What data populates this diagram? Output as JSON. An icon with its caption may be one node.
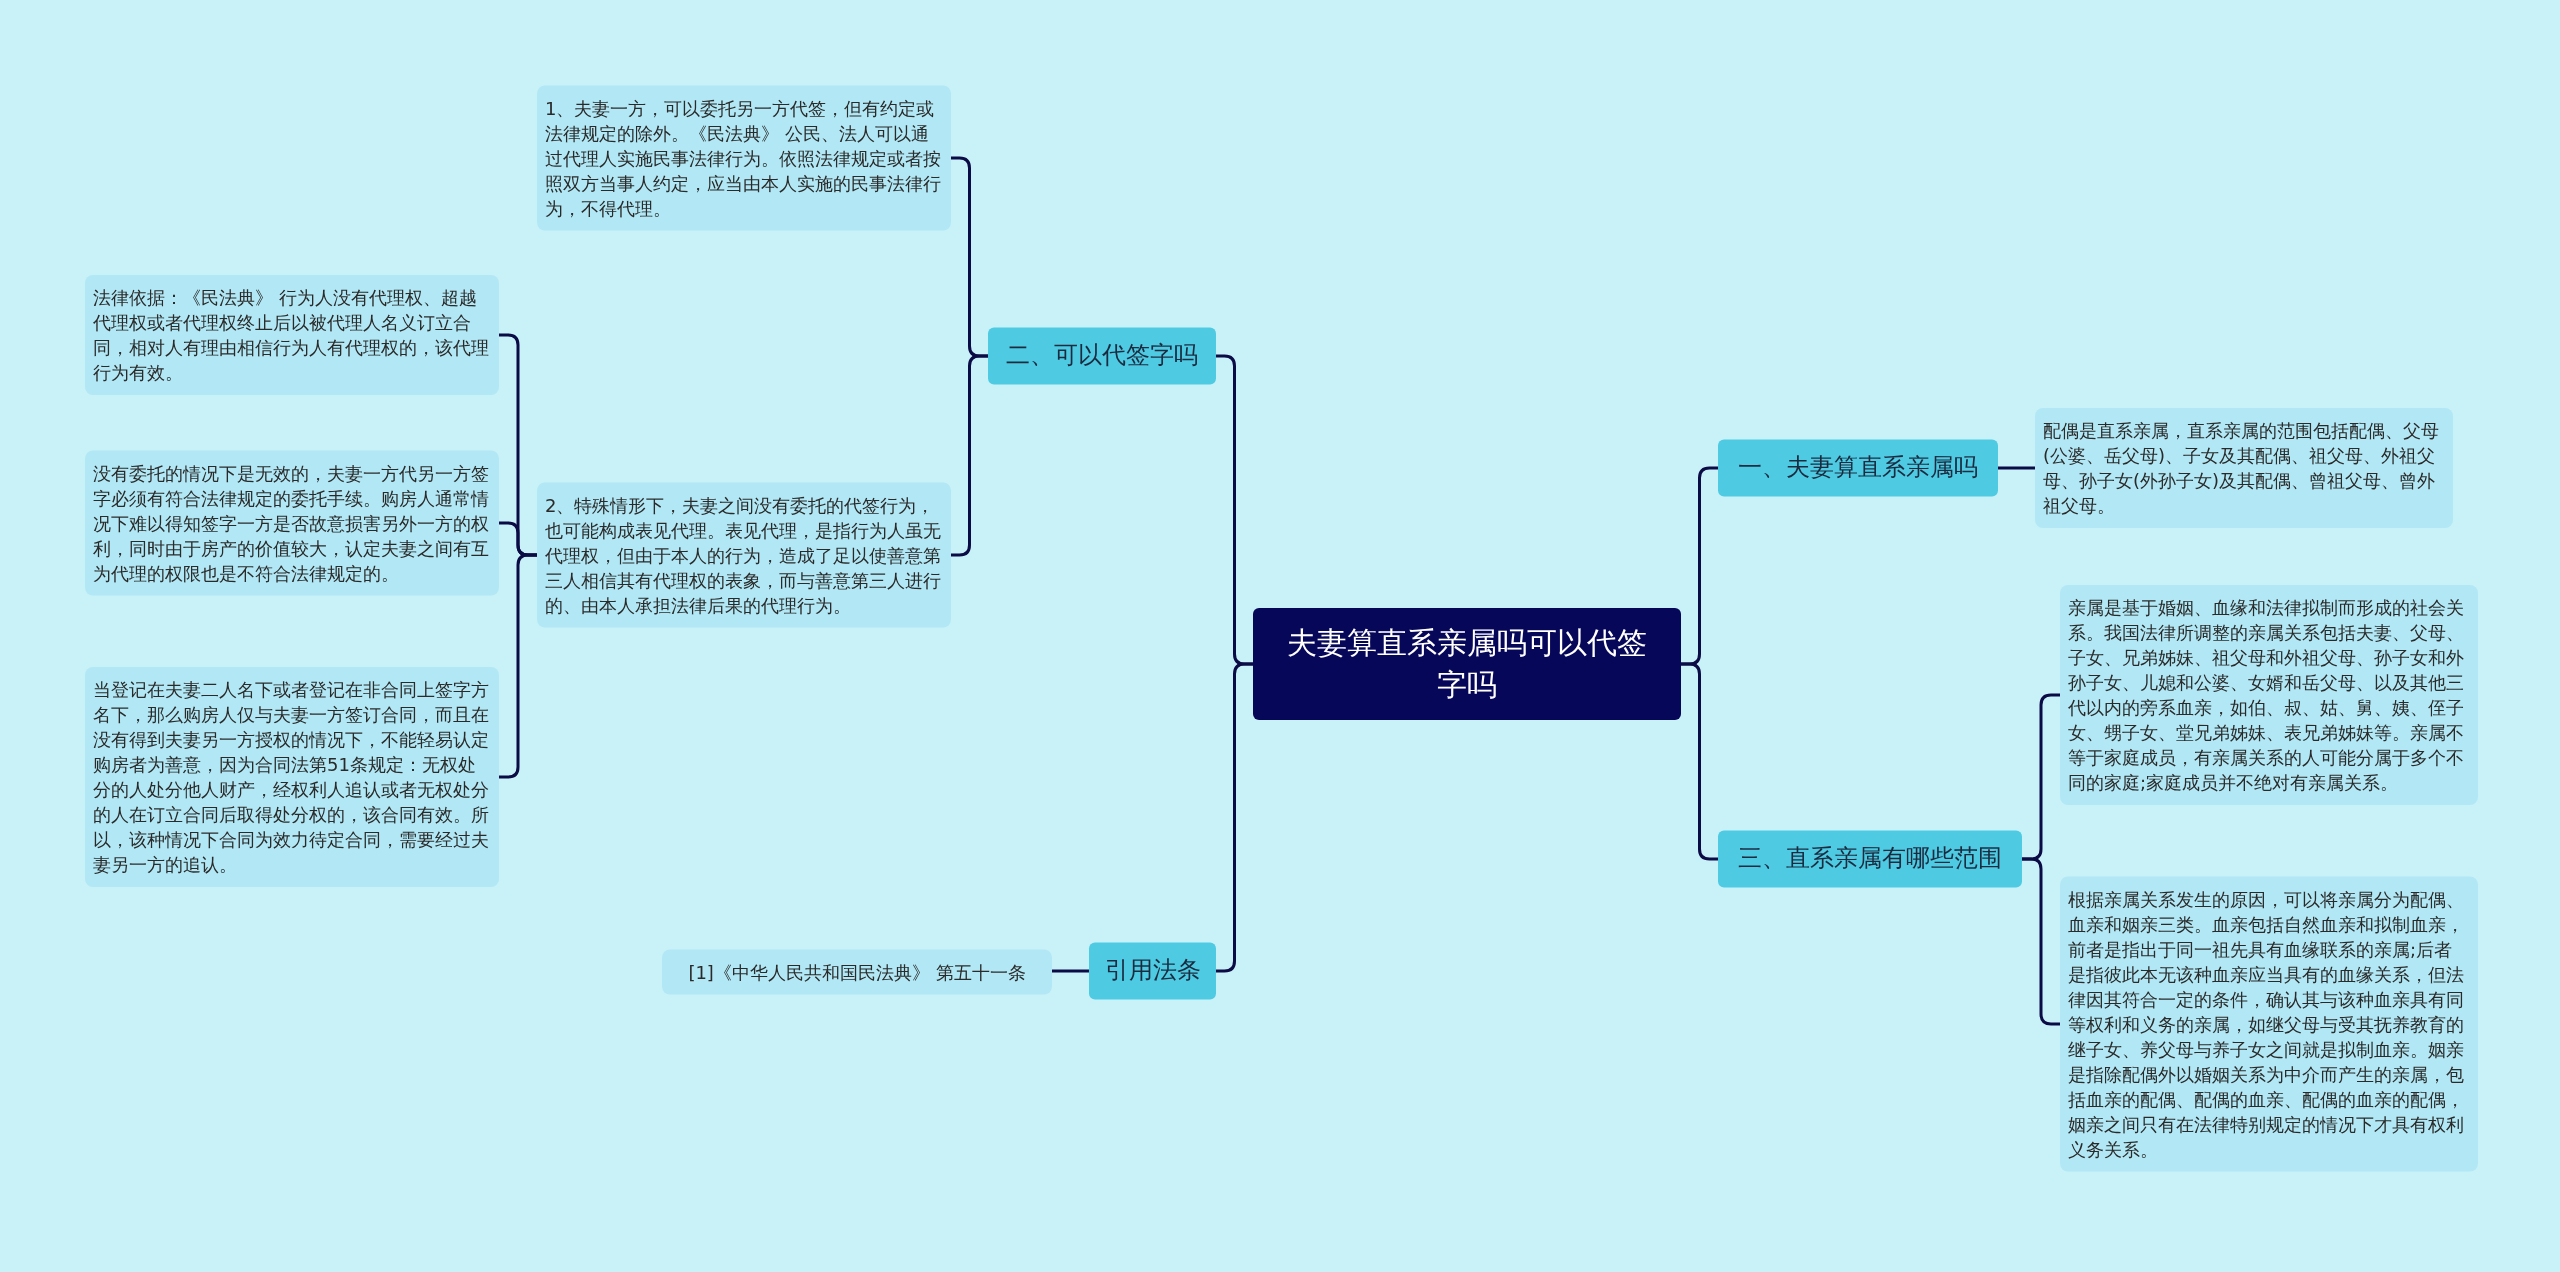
{
  "diagram": {
    "nodes": [
      {
        "text": [
          "夫妻算直系亲属吗可以代签字吗"
        ]
      },
      {
        "text": [
          "二、可以代签字吗"
        ]
      },
      {
        "text": [
          "1、夫妻一方，可以委托另一方代签，但有约定或法律规定的除外。《民法典》 公民、法人可以通过代理人实施民事法律行为。依照法律规定或者按照双方当事人约定，应当由本人实施的民事法律行为，不得代理。"
        ]
      },
      {
        "text": [
          "2、特殊情形下，夫妻之间没有委托的代签行为，也可能构成表见代理。表见代理，是指行为人虽无代理权，但由于本人的行为，造成了足以使善意第三人相信其有代理权的表象，而与善意第三人进行的、由本人承担法律后果的代理行为。"
        ]
      },
      {
        "text": [
          "法律依据：《民法典》 行为人没有代理权、超越代理权或者代理权终止后以被代理人名义订立合同，相对人有理由相信行为人有代理权的，该代理行为有效。"
        ]
      },
      {
        "text": [
          "没有委托的情况下是无效的，夫妻一方代另一方签字必须有符合法律规定的委托手续。购房人通常情况下难以得知签字一方是否故意损害另外一方的权利，同时由于房产的价值较大，认定夫妻之间有互为代理的权限也是不符合法律规定的。"
        ]
      },
      {
        "text": [
          "当登记在夫妻二人名下或者登记在非合同上签字方名下，那么购房人仅与夫妻一方签订合同，而且在没有得到夫妻另一方授权的情况下，不能轻易认定购房者为善意，因为合同法第51条规定：无权处分的人处分他人财产，经权利人追认或者无权处分的人在订立合同后取得处分权的，该合同有效。所以，该种情况下合同为效力待定合同，需要经过夫妻另一方的追认。"
        ]
      },
      {
        "text": [
          "引用法条"
        ]
      },
      {
        "text": [
          "[1]《中华人民共和国民法典》 第五十一条"
        ]
      },
      {
        "text": [
          "一、夫妻算直系亲属吗"
        ]
      },
      {
        "text": [
          "配偶是直系亲属，直系亲属的范围包括配偶、父母(公婆、岳父母)、子女及其配偶、祖父母、外祖父母、孙子女(外孙子女)及其配偶、曾祖父母、曾外祖父母。"
        ]
      },
      {
        "text": [
          "三、直系亲属有哪些范围"
        ]
      },
      {
        "text": [
          "亲属是基于婚姻、血缘和法律拟制而形成的社会关系。我国法律所调整的亲属关系包括夫妻、父母、子女、兄弟姊妹、祖父母和外祖父母、孙子女和外孙子女、儿媳和公婆、女婿和岳父母、以及其他三代以内的旁系血亲，如伯、叔、姑、舅、姨、侄子女、甥子女、堂兄弟姊妹、表兄弟姊妹等。亲属不等于家庭成员，有亲属关系的人可能分属于多个不同的家庭;家庭成员并不绝对有亲属关系。"
        ]
      },
      {
        "text": [
          "根据亲属关系发生的原因，可以将亲属分为配偶、血亲和姻亲三类。血亲包括自然血亲和拟制血亲，前者是指出于同一祖先具有血缘联系的亲属;后者是指彼此本无该种血亲应当具有的血缘关系，但法律因其符合一定的条件，确认其与该种血亲具有同等权利和义务的亲属，如继父母与受其抚养教育的继子女、养父母与养子女之间就是拟制血亲。姻亲是指除配偶外以婚姻关系为中介而产生的亲属，包括血亲的配偶、配偶的血亲、配偶的血亲的配偶，姻亲之间只有在法律特别规定的情况下才具有权利义务关系。"
        ]
      }
    ],
    "edges": [
      {
        "from": 0,
        "to": 1,
        "arrow": "none"
      },
      {
        "from": 1,
        "to": 2,
        "arrow": "none"
      },
      {
        "from": 1,
        "to": 3,
        "arrow": "none"
      },
      {
        "from": 3,
        "to": 4,
        "arrow": "none"
      },
      {
        "from": 3,
        "to": 5,
        "arrow": "none"
      },
      {
        "from": 3,
        "to": 6,
        "arrow": "none"
      },
      {
        "from": 0,
        "to": 7,
        "arrow": "none"
      },
      {
        "from": 7,
        "to": 8,
        "arrow": "none"
      },
      {
        "from": 0,
        "to": 9,
        "arrow": "none"
      },
      {
        "from": 9,
        "to": 10,
        "arrow": "none"
      },
      {
        "from": 0,
        "to": 11,
        "arrow": "none"
      },
      {
        "from": 11,
        "to": 12,
        "arrow": "none"
      },
      {
        "from": 11,
        "to": 13,
        "arrow": "none"
      }
    ]
  }
}
